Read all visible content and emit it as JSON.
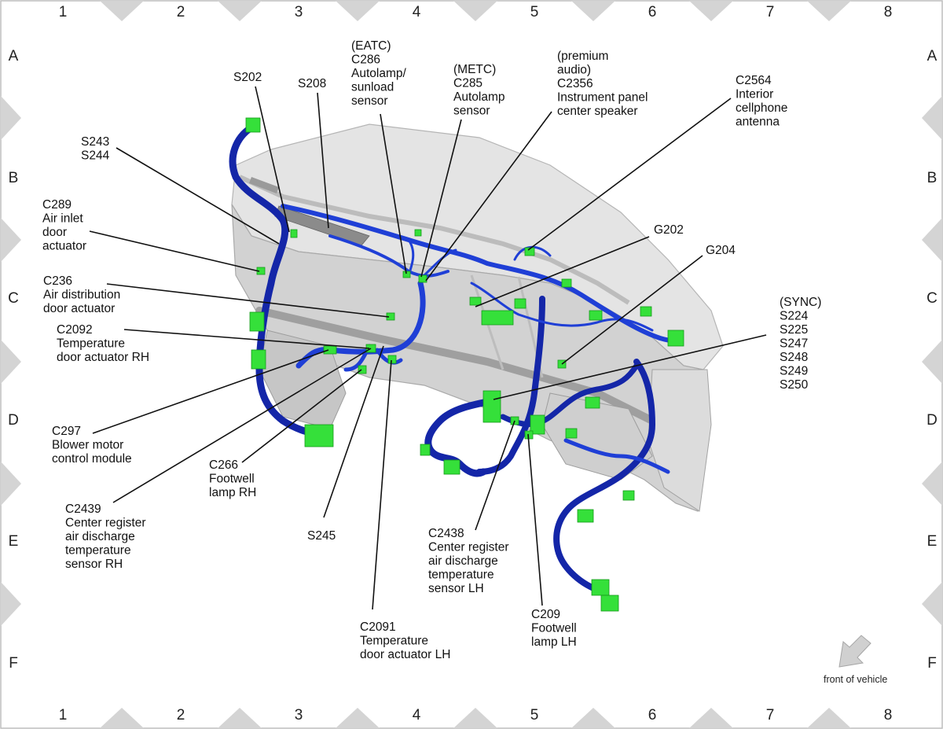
{
  "grid": {
    "columns": [
      "1",
      "2",
      "3",
      "4",
      "5",
      "6",
      "7",
      "8"
    ],
    "rows": [
      "A",
      "B",
      "C",
      "D",
      "E",
      "F"
    ]
  },
  "labels": {
    "s202": [
      "S202"
    ],
    "s208": [
      "S208"
    ],
    "c286": [
      "(EATC)",
      "C286",
      "Autolamp/",
      "sunload",
      "sensor"
    ],
    "c285": [
      "(METC)",
      "C285",
      "Autolamp",
      "sensor"
    ],
    "c2356": [
      "(premium",
      "audio)",
      "C2356",
      "Instrument panel",
      "center speaker"
    ],
    "c2564": [
      "C2564",
      "Interior",
      "cellphone",
      "antenna"
    ],
    "s243": [
      "S243",
      "S244"
    ],
    "c289": [
      "C289",
      "Air inlet",
      "door",
      "actuator"
    ],
    "g202": [
      "G202"
    ],
    "g204": [
      "G204"
    ],
    "c236": [
      "C236",
      "Air distribution",
      "door actuator"
    ],
    "sync": [
      "(SYNC)",
      "S224",
      "S225",
      "S247",
      "S248",
      "S249",
      "S250"
    ],
    "c2092": [
      "C2092",
      "Temperature",
      "door actuator RH"
    ],
    "c297": [
      "C297",
      "Blower motor",
      "control module"
    ],
    "c266": [
      "C266",
      "Footwell",
      "lamp RH"
    ],
    "c2439": [
      "C2439",
      "Center register",
      "air discharge",
      "temperature",
      "sensor RH"
    ],
    "s245": [
      "S245"
    ],
    "c2438": [
      "C2438",
      "Center register",
      "air discharge",
      "temperature",
      "sensor LH"
    ],
    "c209": [
      "C209",
      "Footwell",
      "lamp LH"
    ],
    "c2091": [
      "C2091",
      "Temperature",
      "door actuator LH"
    ]
  },
  "front_of_vehicle": "front of vehicle",
  "colors": {
    "harness": "#1f3fd6",
    "connector": "#35e03a",
    "dash_panel": "#d9d9d9",
    "frame_marker": "#d4d4d4"
  }
}
